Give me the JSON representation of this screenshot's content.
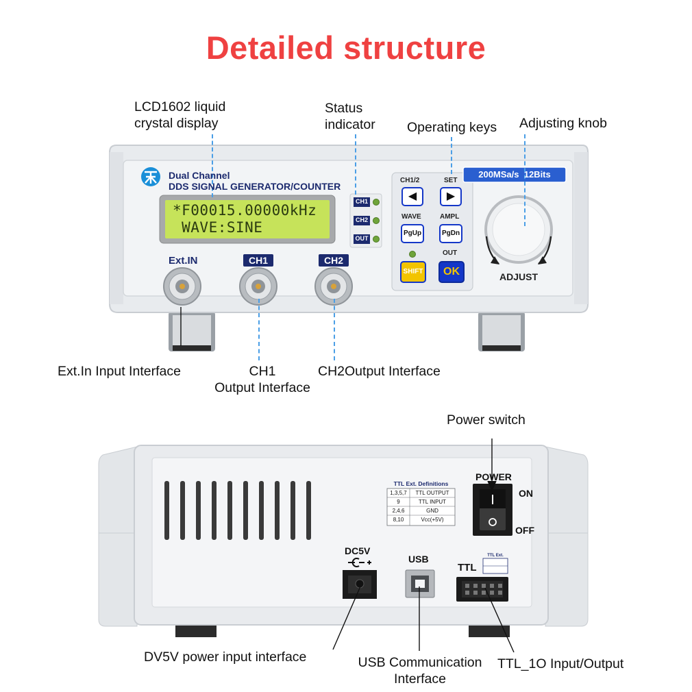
{
  "title": "Detailed structure",
  "front": {
    "brand_line1": "Dual Channel",
    "brand_line2": "DDS SIGNAL GENERATOR/COUNTER",
    "spec_badge": "200MSa/s  12Bits",
    "lcd_line1": "*F00015.00000kHz",
    "lcd_line2": " WAVE:SINE",
    "status_labels": [
      "CH1",
      "CH2",
      "OUT"
    ],
    "keys": {
      "ch12_label": "CH1/2",
      "set_label": "SET",
      "wave_label": "WAVE",
      "ampl_label": "AMPL",
      "pgup": "PgUp",
      "pgdn": "PgDn",
      "out_label": "OUT",
      "shift": "SHIFT",
      "ok": "OK",
      "left_arrow": "◀",
      "right_arrow": "▶"
    },
    "knob_label": "ADJUST",
    "connector_labels": [
      "Ext.IN",
      "CH1",
      "CH2"
    ]
  },
  "rear": {
    "ttl_table": {
      "title": "TTL Ext. Definitions",
      "rows": [
        [
          "1,3,5,7",
          "TTL OUTPUT"
        ],
        [
          "9",
          "TTL INPUT"
        ],
        [
          "2,4,6",
          "GND"
        ],
        [
          "8,10",
          "Vcc(+5V)"
        ]
      ]
    },
    "power_label": "POWER",
    "on_label": "ON",
    "off_label": "OFF",
    "dc_label": "DC5V",
    "usb_label": "USB",
    "ttl_label": "TTL",
    "ttl_ext_label": "TTL Ext."
  },
  "callouts": {
    "lcd": "LCD1602 liquid\ncrystal display",
    "status": "Status\nindicator",
    "keys": "Operating keys",
    "knob": "Adjusting knob",
    "extin": "Ext.In Input Interface",
    "ch1": "CH1\nOutput Interface",
    "ch2": "CH2Output Interface",
    "power": "Power switch",
    "dc": "DV5V power input interface",
    "usb": "USB Communication\nInterface",
    "ttl": "TTL_1O Input/Output"
  },
  "colors": {
    "title_red": "#ef4141",
    "brand_navy": "#1c2a6e",
    "lcd_green": "#c6e35a",
    "badge_blue": "#2a5fd0",
    "shift_yellow": "#f2c400",
    "ok_blue": "#1437c8",
    "dash_blue": "#4a9ee6"
  }
}
